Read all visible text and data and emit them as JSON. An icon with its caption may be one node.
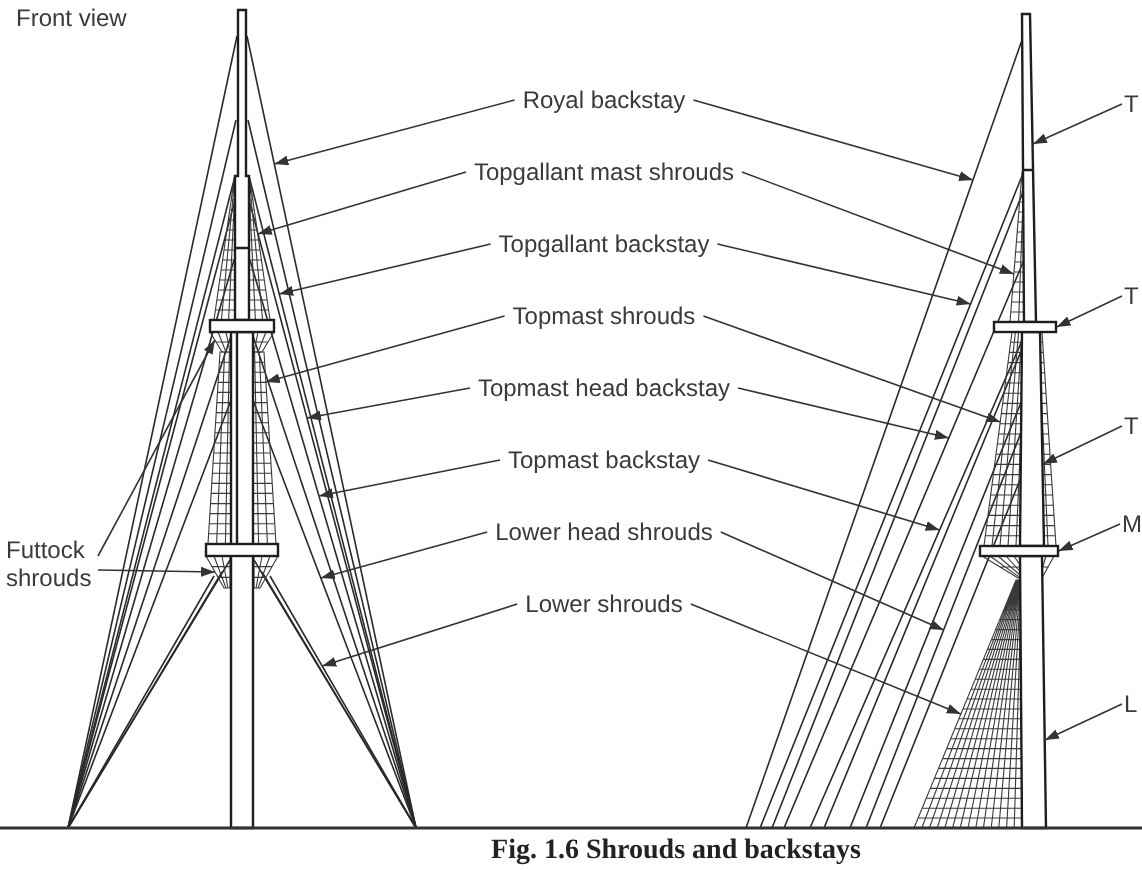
{
  "diagram": {
    "caption": "Fig. 1.6 Shrouds and backstays",
    "nodes": [
      {
        "text": [
          "Royal backstay"
        ]
      },
      {
        "text": [
          "Topgallant mast shrouds"
        ]
      },
      {
        "text": [
          "Topgallant backstay"
        ]
      },
      {
        "text": [
          "Topmast shrouds"
        ]
      },
      {
        "text": [
          "Topmast head backstay"
        ]
      },
      {
        "text": [
          "Topmast backstay"
        ]
      },
      {
        "text": [
          "Lower head shrouds"
        ]
      },
      {
        "text": [
          "Lower shrouds"
        ]
      },
      {
        "text": [
          "Futtock shrouds"
        ]
      },
      {
        "text": [
          "T"
        ]
      },
      {
        "text": [
          "T"
        ]
      },
      {
        "text": [
          "T"
        ]
      },
      {
        "text": [
          "M"
        ]
      },
      {
        "text": [
          "L"
        ]
      },
      {
        "text": [],
        "shape": "picture"
      },
      {
        "text": [],
        "shape": "picture"
      }
    ],
    "edges": [
      {
        "from": 0,
        "to": 14,
        "arrow": "to"
      },
      {
        "from": 0,
        "to": 15,
        "arrow": "to"
      },
      {
        "from": 1,
        "to": 14,
        "arrow": "to"
      },
      {
        "from": 1,
        "to": 15,
        "arrow": "to"
      },
      {
        "from": 2,
        "to": 14,
        "arrow": "to"
      },
      {
        "from": 2,
        "to": 15,
        "arrow": "to"
      },
      {
        "from": 3,
        "to": 14,
        "arrow": "to"
      },
      {
        "from": 3,
        "to": 15,
        "arrow": "to"
      },
      {
        "from": 4,
        "to": 14,
        "arrow": "to"
      },
      {
        "from": 4,
        "to": 15,
        "arrow": "to"
      },
      {
        "from": 5,
        "to": 14,
        "arrow": "to"
      },
      {
        "from": 5,
        "to": 15,
        "arrow": "to"
      },
      {
        "from": 6,
        "to": 14,
        "arrow": "to"
      },
      {
        "from": 6,
        "to": 15,
        "arrow": "to"
      },
      {
        "from": 7,
        "to": 14,
        "arrow": "to"
      },
      {
        "from": 7,
        "to": 15,
        "arrow": "to"
      },
      {
        "from": 8,
        "to": 14,
        "arrow": "to"
      },
      {
        "from": 8,
        "to": 14,
        "arrow": "to"
      },
      {
        "from": 9,
        "to": 15,
        "arrow": "to"
      },
      {
        "from": 10,
        "to": 15,
        "arrow": "to"
      },
      {
        "from": 11,
        "to": 15,
        "arrow": "to"
      },
      {
        "from": 12,
        "to": 15,
        "arrow": "to"
      },
      {
        "from": 13,
        "to": 15,
        "arrow": "to"
      }
    ],
    "labels": [
      "Front view"
    ]
  }
}
